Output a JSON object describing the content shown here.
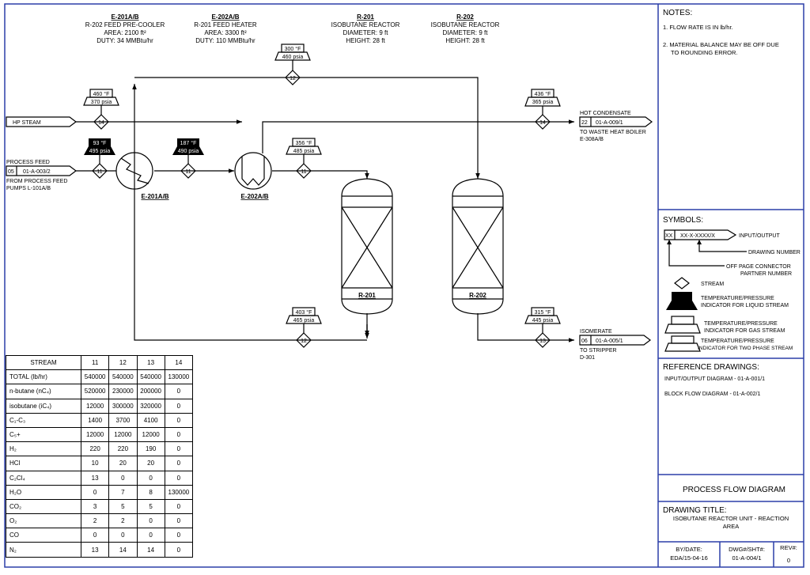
{
  "equipment": {
    "e201": {
      "tag": "E-201A/B",
      "desc": "R-202 FEED PRE-COOLER",
      "area": "AREA: 2100 ft²",
      "duty": "DUTY: 34 MMBtu/hr",
      "label": "E-201A/B"
    },
    "e202": {
      "tag": "E-202A/B",
      "desc": "R-201 FEED HEATER",
      "area": "AREA: 3300 ft²",
      "duty": "DUTY: 110 MMBtu/hr",
      "label": "E-202A/B"
    },
    "r201": {
      "tag": "R-201",
      "desc": "ISOBUTANE REACTOR",
      "diameter": "DIAMETER: 9 ft",
      "height": "HEIGHT: 28 ft",
      "label": "R-201"
    },
    "r202": {
      "tag": "R-202",
      "desc": "ISOBUTANE REACTOR",
      "diameter": "DIAMETER: 9 ft",
      "height": "HEIGHT: 28 ft",
      "label": "R-202"
    }
  },
  "indicators": {
    "i1": {
      "temp": "460 °F",
      "press": "370 psia"
    },
    "i2": {
      "temp": "93 °F",
      "press": "495 psia"
    },
    "i3": {
      "temp": "187 °F",
      "press": "490 psia"
    },
    "i4": {
      "temp": "300 °F",
      "press": "460 psia"
    },
    "i5": {
      "temp": "356 °F",
      "press": "485 psia"
    },
    "i6": {
      "temp": "436 °F",
      "press": "365 psia"
    },
    "i7": {
      "temp": "403 °F",
      "press": "465 psia"
    },
    "i8": {
      "temp": "315 °F",
      "press": "445 psia"
    }
  },
  "streams": {
    "s11": "11",
    "s12": "12",
    "s13": "13",
    "s14": "14"
  },
  "connectors": {
    "hp_steam": "HP STEAM",
    "process_feed": {
      "title": "PROCESS FEED",
      "num": "05",
      "dwg": "01-A-003/2",
      "note1": "FROM PROCESS FEED",
      "note2": "PUMPS L-101A/B"
    },
    "hot_condensate": {
      "title": "HOT CONDENSATE",
      "num": "22",
      "dwg": "01-A-009/1",
      "note1": "TO WASTE HEAT BOILER",
      "note2": "E-308A/B"
    },
    "isomerate": {
      "title": "ISOMERATE",
      "num": "06",
      "dwg": "01-A-005/1",
      "note1": "TO STRIPPER",
      "note2": "D-301"
    }
  },
  "table": {
    "header": [
      "STREAM",
      "11",
      "12",
      "13",
      "14"
    ],
    "rows": [
      [
        "TOTAL (lb/hr)",
        "540000",
        "540000",
        "540000",
        "130000"
      ],
      [
        "n-butane (nC₄)",
        "520000",
        "230000",
        "200000",
        "0"
      ],
      [
        "isobutane (iC₄)",
        "12000",
        "300000",
        "320000",
        "0"
      ],
      [
        "C₁-C₃",
        "1400",
        "3700",
        "4100",
        "0"
      ],
      [
        "C₅+",
        "12000",
        "12000",
        "12000",
        "0"
      ],
      [
        "H₂",
        "220",
        "220",
        "190",
        "0"
      ],
      [
        "HCl",
        "10",
        "20",
        "20",
        "0"
      ],
      [
        "C₂Cl₄",
        "13",
        "0",
        "0",
        "0"
      ],
      [
        "H₂O",
        "0",
        "7",
        "8",
        "130000"
      ],
      [
        "CO₂",
        "3",
        "5",
        "5",
        "0"
      ],
      [
        "O₂",
        "2",
        "2",
        "0",
        "0"
      ],
      [
        "CO",
        "0",
        "0",
        "0",
        "0"
      ],
      [
        "N₂",
        "13",
        "14",
        "14",
        "0"
      ]
    ]
  },
  "notes": {
    "title": "NOTES:",
    "n1": "1.  FLOW RATE IS IN lb/hr.",
    "n2a": "2.  MATERIAL BALANCE MAY BE OFF DUE",
    "n2b": "TO ROUNDING ERROR."
  },
  "symbols": {
    "title": "SYMBOLS:",
    "xx": "XX",
    "code": "XX-X-XXXX/X",
    "input_output": "INPUT/OUTPUT",
    "drawing_number": "DRAWING NUMBER",
    "partner1": "OFF PAGE CONNECTOR",
    "partner2": "PARTNER NUMBER",
    "stream": "STREAM",
    "liq1": "TEMPERATURE/PRESSURE",
    "liq2": "INDICATOR FOR LIQUID STREAM",
    "gas1": "TEMPERATURE/PRESSURE",
    "gas2": "INDICATOR FOR GAS STREAM",
    "two1": "TEMPERATURE/PRESSURE",
    "two2": "INDICATOR FOR TWO PHASE STREAM"
  },
  "references": {
    "title": "REFERENCE DRAWINGS:",
    "r1": "INPUT/OUTPUT DIAGRAM - 01-A-001/1",
    "r2": "BLOCK FLOW DIAGRAM - 01-A-002/1"
  },
  "titleblock": {
    "main": "PROCESS FLOW DIAGRAM",
    "dt_label": "DRAWING TITLE:",
    "dt1": "ISOBUTANE REACTOR UNIT - REACTION",
    "dt2": "AREA",
    "by_label": "BY/DATE:",
    "by": "EDA/15-04-16",
    "dwg_label": "DWG#/SHT#:",
    "dwg": "01-A-004/1",
    "rev_label": "REV#:",
    "rev": "0"
  },
  "colors": {
    "border": "#2b3fa8",
    "line": "#000000"
  }
}
